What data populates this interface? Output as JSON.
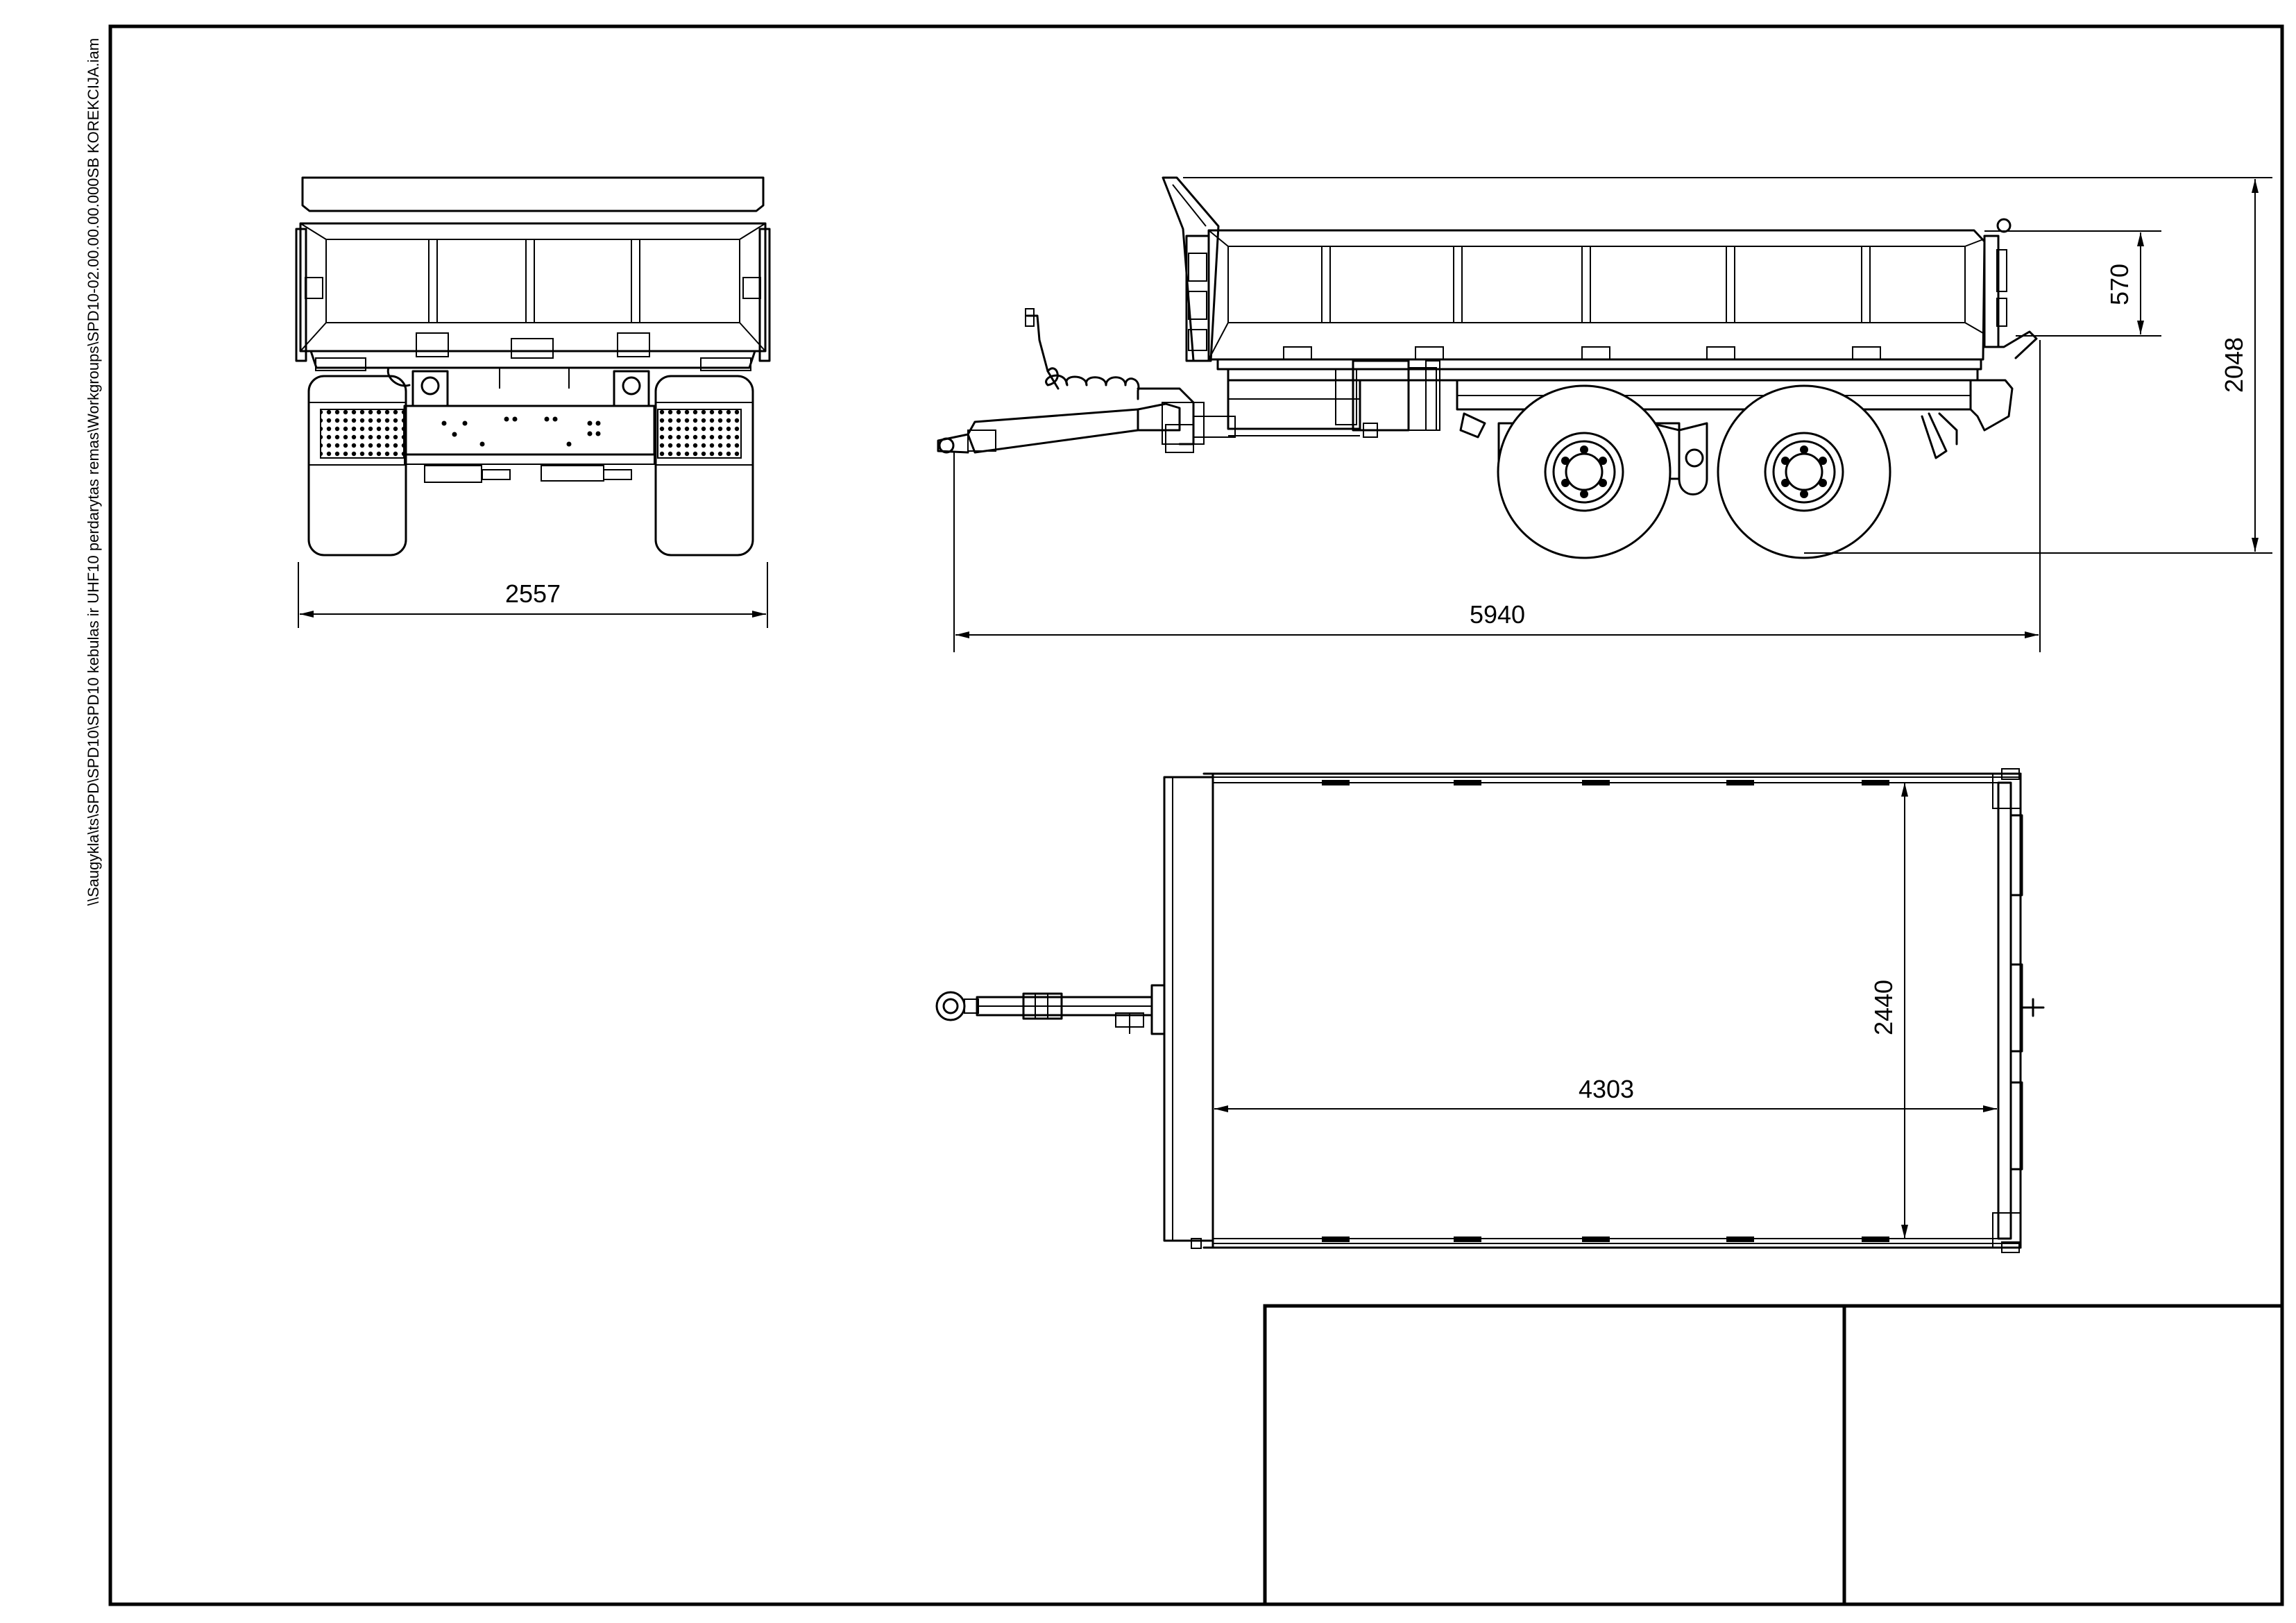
{
  "file_path": "\\\\Saugykla\\ts\\SPD\\SPD10\\SPD10 kebulas ir UHF10 perdarytas remas\\Workgroups\\SPD10-02.00.00.00.000SB  KOREKCIJA.iam",
  "dimensions": {
    "rear_width": "2557",
    "overall_length": "5940",
    "side_height": "570",
    "overall_height": "2048",
    "body_width": "2440",
    "body_length": "4303"
  },
  "colors": {
    "line": "#000000",
    "paper": "#ffffff"
  }
}
